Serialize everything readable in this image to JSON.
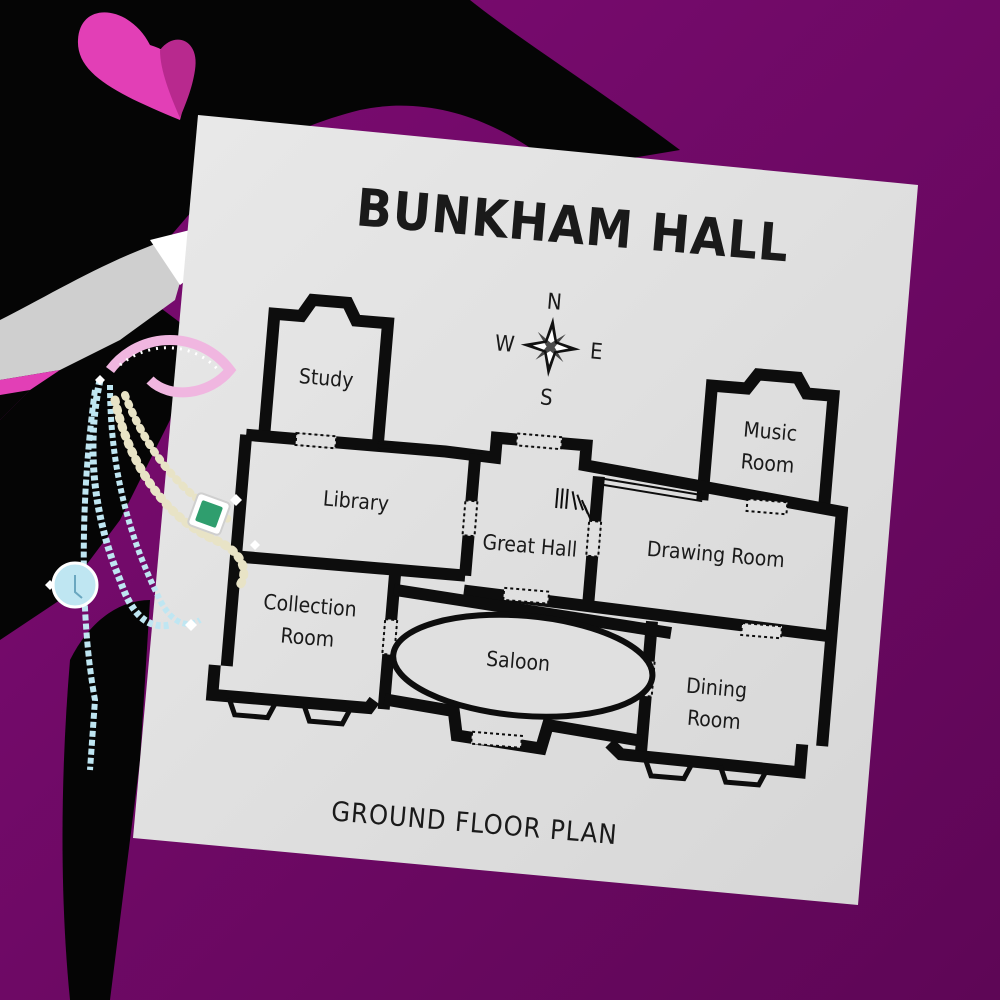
{
  "title": "BUNKHAM HALL",
  "subtitle": "GROUND FLOOR PLAN",
  "compass": {
    "north": "N",
    "south": "S",
    "east": "E",
    "west": "W"
  },
  "rooms": {
    "study": "Study",
    "library": "Library",
    "great_hall": "Great Hall",
    "drawing_room": "Drawing Room",
    "music_room_line1": "Music",
    "music_room_line2": "Room",
    "collection_room_line1": "Collection",
    "collection_room_line2": "Room",
    "saloon": "Saloon",
    "dining_room_line1": "Dining",
    "dining_room_line2": "Room"
  },
  "colors": {
    "background": "#7a0a6e",
    "paper": "#e0e0e0",
    "wall": "#0d0d0d",
    "accent_pink": "#e23fb6",
    "jewel_green": "#2f9e6e",
    "pearl": "#e8e3c6",
    "diamond": "#bfe6f2"
  },
  "icons": [
    "compass-rose-icon",
    "staircase-icon",
    "necklace-illustration",
    "heart-icon"
  ]
}
